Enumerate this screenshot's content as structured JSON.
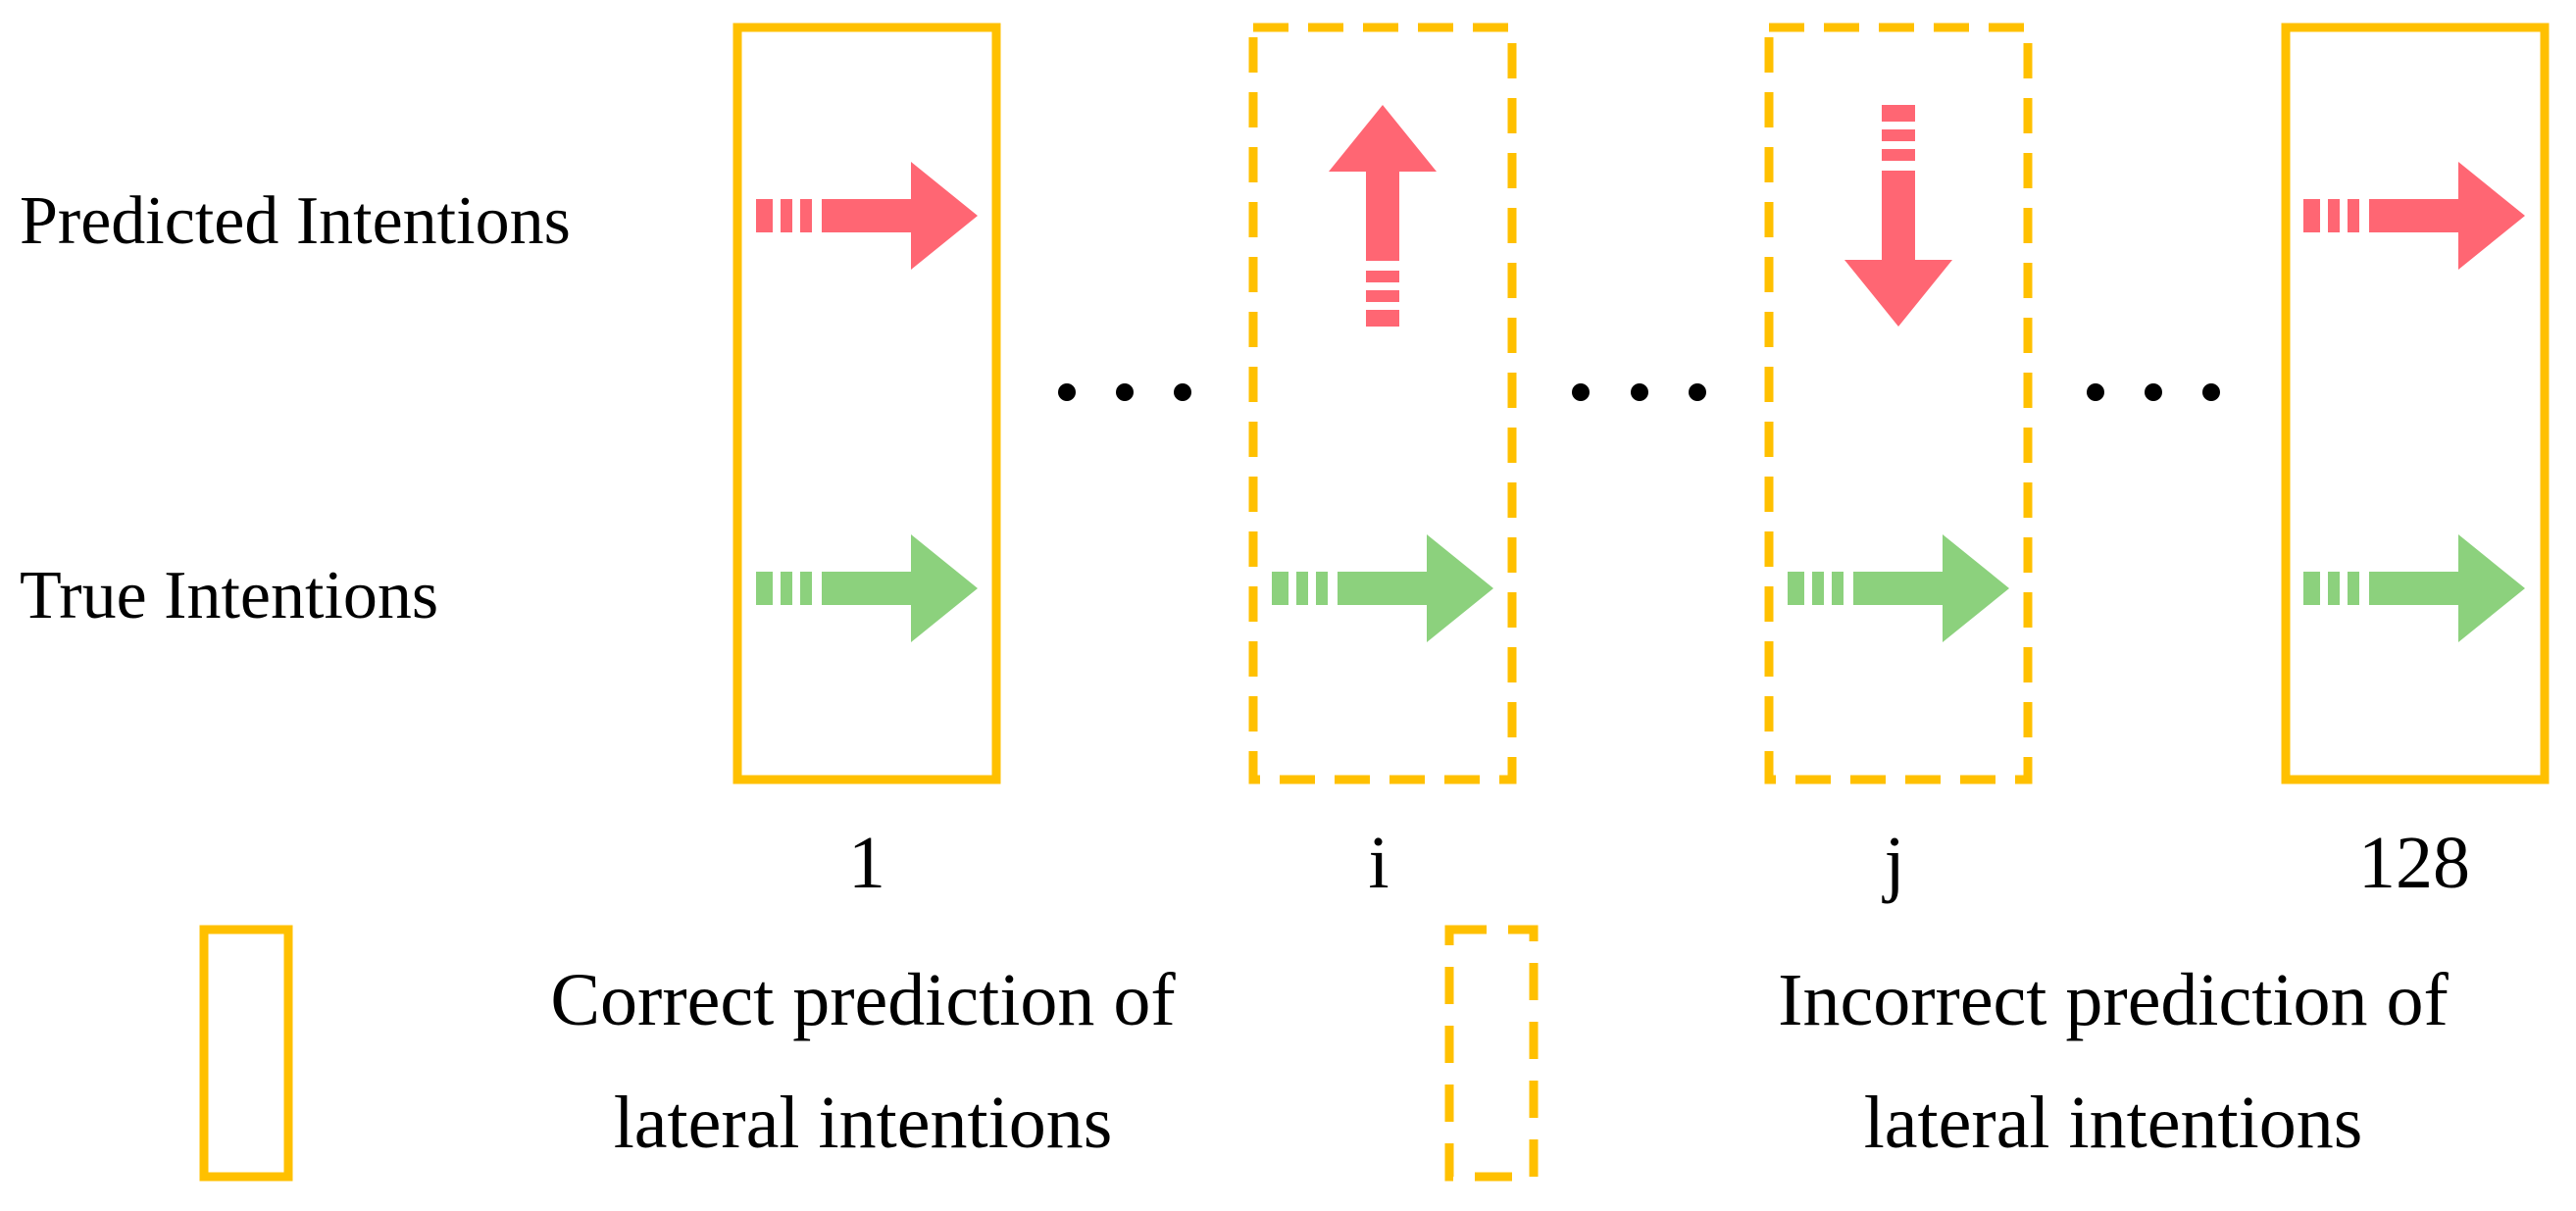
{
  "rows": {
    "predicted_label": "Predicted Intentions",
    "true_label": "True Intentions"
  },
  "columns": [
    {
      "index": "1",
      "predicted": "right",
      "true": "right",
      "box": "solid"
    },
    {
      "index": "i",
      "predicted": "up",
      "true": "right",
      "box": "dashed"
    },
    {
      "index": "j",
      "predicted": "down",
      "true": "right",
      "box": "dashed"
    },
    {
      "index": "128",
      "predicted": "right",
      "true": "right",
      "box": "solid"
    }
  ],
  "ellipsis": "…",
  "legend": {
    "correct": {
      "line1": "Correct prediction of",
      "line2": "lateral intentions"
    },
    "incorrect": {
      "line1": "Incorrect prediction of",
      "line2": "lateral intentions"
    }
  },
  "colors": {
    "box": "#FFC000",
    "predicted_arrow": "#FF6673",
    "true_arrow": "#8CD17D",
    "text": "#000000"
  }
}
